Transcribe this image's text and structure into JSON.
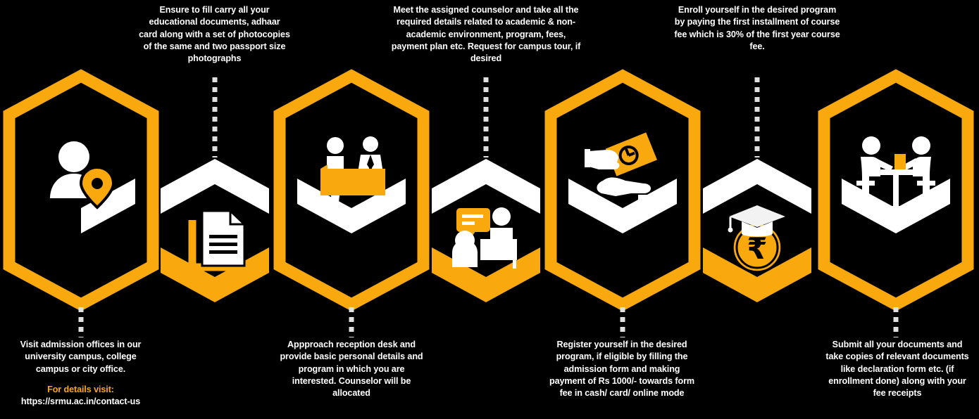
{
  "meta": {
    "title": "Admission Process Infographic",
    "colors": {
      "background": "#000000",
      "accent_orange": "#F9A90E",
      "white": "#FFFFFF",
      "dotted_gray": "#E0E0E0"
    }
  },
  "steps": [
    {
      "index": 1,
      "position": "bottom",
      "shape": "hexagon-outline-orange",
      "icon": "person-location-pin-icon",
      "text": "Visit admission offices in our university campus, college campus or city office.",
      "sub_label": "For details visit:",
      "sub_url": "https://srmu.ac.in/contact-us"
    },
    {
      "index": 2,
      "position": "top",
      "shape": "hexagon-chevron-white",
      "icon": "documents-icon",
      "text": "Ensure to fill carry all your educational documents, adhaar card along with a set of photocopies of the same and two passport size photographs"
    },
    {
      "index": 3,
      "position": "bottom",
      "shape": "hexagon-outline-orange",
      "icon": "reception-desk-icon",
      "text": "Appproach reception desk and provide basic personal details and program in which you are interested. Counselor will be allocated"
    },
    {
      "index": 4,
      "position": "top",
      "shape": "hexagon-chevron-white",
      "icon": "counseling-discussion-icon",
      "text": "Meet the assigned counselor and take all the required details related to academic & non-academic environment, program, fees, payment plan etc. Request for campus tour, if desired"
    },
    {
      "index": 5,
      "position": "bottom",
      "shape": "hexagon-outline-orange",
      "icon": "hand-payment-card-icon",
      "text": "Register yourself in the desired program, if eligible by filling the admission form and making payment of Rs 1000/- towards form fee in cash/ card/ online mode"
    },
    {
      "index": 6,
      "position": "top",
      "shape": "hexagon-chevron-white",
      "icon": "graduation-cap-rupee-coin-icon",
      "text": "Enroll yourself in the desired program by paying the first installment of course fee which is 30% of the first year course fee."
    },
    {
      "index": 7,
      "position": "bottom",
      "shape": "hexagon-outline-orange",
      "icon": "document-submission-desk-icon",
      "text": "Submit all your documents and take copies of relevant documents like declaration form etc. (if enrollment done) along with your fee receipts"
    }
  ]
}
